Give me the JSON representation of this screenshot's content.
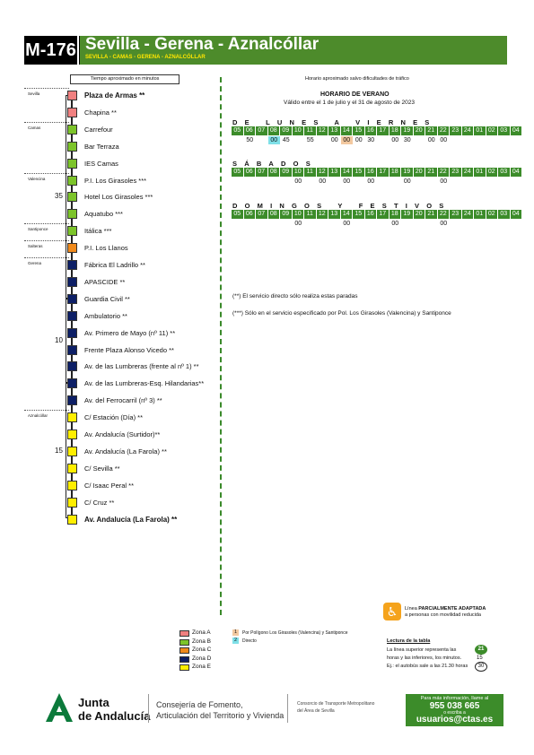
{
  "header": {
    "code": "M-176",
    "title": "Sevilla - Gerena - Aznalcóllar",
    "subtitle": "SEVILLA - CAMAS - GERENA - AZNALCÓLLAR"
  },
  "time_box": "Tiempo aproximado en minutos",
  "schedule_note": "Horario aproximado salvo dificultades de tráfico",
  "colors": {
    "zone_a": "#f08080",
    "zone_b": "#7cc42a",
    "zone_c": "#f08a1c",
    "zone_d": "#0d1f66",
    "zone_e": "#ffee00",
    "green": "#3c8c2a",
    "highlight_1": "#f3c9a0",
    "highlight_2": "#7fe0e8"
  },
  "stops": [
    {
      "name": "Plaza de Armas **",
      "bold": true,
      "zone": "a"
    },
    {
      "name": "Chapina **",
      "bold": false,
      "zone": "a"
    },
    {
      "name": "Carrefour",
      "bold": false,
      "zone": "b"
    },
    {
      "name": "Bar Terraza",
      "bold": false,
      "zone": "b"
    },
    {
      "name": "IES Camas",
      "bold": false,
      "zone": "b"
    },
    {
      "name": "P.I. Los Girasoles ***",
      "bold": false,
      "zone": "b"
    },
    {
      "name": "Hotel Los Girasoles ***",
      "bold": false,
      "zone": "b"
    },
    {
      "name": "Aquatubo ***",
      "bold": false,
      "zone": "b"
    },
    {
      "name": "Itálica ***",
      "bold": false,
      "zone": "b"
    },
    {
      "name": "P.I. Los Llanos",
      "bold": false,
      "zone": "c"
    },
    {
      "name": "Fábrica El Ladrillo **",
      "bold": false,
      "zone": "d"
    },
    {
      "name": "APASCIDE **",
      "bold": false,
      "zone": "d"
    },
    {
      "name": "Guardia Civil **",
      "bold": false,
      "zone": "d"
    },
    {
      "name": "Ambulatorio **",
      "bold": false,
      "zone": "d"
    },
    {
      "name": "Av. Primero de Mayo (nº 11) **",
      "bold": false,
      "zone": "d"
    },
    {
      "name": "Frente Plaza Alonso Vicedo **",
      "bold": false,
      "zone": "d"
    },
    {
      "name": "Av. de las Lumbreras (frente al nº 1) **",
      "bold": false,
      "zone": "d"
    },
    {
      "name": "Av. de las Lumbreras-Esq. Hilandarias**",
      "bold": false,
      "zone": "d"
    },
    {
      "name": "Av. del Ferrocarril (nº 3) **",
      "bold": false,
      "zone": "d"
    },
    {
      "name": "C/ Estación (Día) **",
      "bold": false,
      "zone": "e"
    },
    {
      "name": "Av. Andalucía (Surtidor)**",
      "bold": false,
      "zone": "e"
    },
    {
      "name": "Av. Andalucía (La Farola) **",
      "bold": false,
      "zone": "e"
    },
    {
      "name": "C/ Sevilla **",
      "bold": false,
      "zone": "e"
    },
    {
      "name": "C/ Isaac Peral **",
      "bold": false,
      "zone": "e"
    },
    {
      "name": "C/ Cruz **",
      "bold": false,
      "zone": "e"
    },
    {
      "name": "Av. Andalucía (La Farola) **",
      "bold": true,
      "zone": "e"
    }
  ],
  "municipalities": [
    {
      "name": "Sevilla",
      "stop_index": 0
    },
    {
      "name": "Camas",
      "stop_index": 2
    },
    {
      "name": "Valencina",
      "stop_index": 5
    },
    {
      "name": "Santiponce",
      "stop_index": 8
    },
    {
      "name": "Salteras",
      "stop_index": 9
    },
    {
      "name": "Gerena",
      "stop_index": 10
    },
    {
      "name": "Aznalcóllar",
      "stop_index": 19
    }
  ],
  "travel_times": [
    {
      "minutes": "35",
      "from_stop": 0,
      "to_stop": 12
    },
    {
      "minutes": "10",
      "from_stop": 12,
      "to_stop": 17
    },
    {
      "minutes": "15",
      "from_stop": 17,
      "to_stop": 25
    }
  ],
  "timetable": {
    "title": "HORARIO DE VERANO",
    "validity": "Válido entre el 1 de julio y el 31 de agosto de 2023",
    "hours": [
      "05",
      "06",
      "07",
      "08",
      "09",
      "10",
      "11",
      "12",
      "13",
      "14",
      "15",
      "16",
      "17",
      "18",
      "19",
      "20",
      "21",
      "22",
      "23",
      "24",
      "01",
      "02",
      "03",
      "04"
    ],
    "days": [
      {
        "label": "DE LUNES A VIERNES",
        "minutes": [
          {
            "hour_index": 1,
            "value": "50",
            "mark": ""
          },
          {
            "hour_index": 3,
            "value": "00",
            "mark": "2"
          },
          {
            "hour_index": 4,
            "value": "45",
            "mark": ""
          },
          {
            "hour_index": 6,
            "value": "55",
            "mark": ""
          },
          {
            "hour_index": 8,
            "value": "00",
            "mark": ""
          },
          {
            "hour_index": 9,
            "value": "00",
            "mark": "1"
          },
          {
            "hour_index": 10,
            "value": "00",
            "mark": ""
          },
          {
            "hour_index": 11,
            "value": "30",
            "mark": ""
          },
          {
            "hour_index": 13,
            "value": "00",
            "mark": ""
          },
          {
            "hour_index": 14,
            "value": "30",
            "mark": ""
          },
          {
            "hour_index": 16,
            "value": "00",
            "mark": ""
          },
          {
            "hour_index": 17,
            "value": "00",
            "mark": ""
          }
        ]
      },
      {
        "label": "SÁBADOS",
        "minutes": [
          {
            "hour_index": 5,
            "value": "00",
            "mark": ""
          },
          {
            "hour_index": 7,
            "value": "00",
            "mark": ""
          },
          {
            "hour_index": 9,
            "value": "00",
            "mark": ""
          },
          {
            "hour_index": 11,
            "value": "00",
            "mark": ""
          },
          {
            "hour_index": 14,
            "value": "00",
            "mark": ""
          },
          {
            "hour_index": 17,
            "value": "00",
            "mark": ""
          }
        ]
      },
      {
        "label": "DOMINGOS Y FESTIVOS",
        "minutes": [
          {
            "hour_index": 5,
            "value": "00",
            "mark": ""
          },
          {
            "hour_index": 9,
            "value": "00",
            "mark": ""
          },
          {
            "hour_index": 13,
            "value": "00",
            "mark": ""
          },
          {
            "hour_index": 17,
            "value": "00",
            "mark": ""
          }
        ]
      }
    ]
  },
  "notes": [
    "(**) El servicio directo sólo realiza estas paradas",
    "(***) Sólo en el servicio especificado por Pol. Los Girasoles (Valencina) y Santiponce"
  ],
  "accessibility": {
    "icon": "wheelchair-icon",
    "line1_prefix": "Línea ",
    "line1_bold": "PARCIALMENTE ADAPTADA",
    "line2": "a personas con movilidad reducida"
  },
  "zones": [
    {
      "label": "Zona A",
      "color": "#f08080"
    },
    {
      "label": "Zona B",
      "color": "#7cc42a"
    },
    {
      "label": "Zona C",
      "color": "#f08a1c"
    },
    {
      "label": "Zona D",
      "color": "#0d1f66"
    },
    {
      "label": "Zona E",
      "color": "#ffee00"
    }
  ],
  "legend": [
    {
      "key": "1",
      "text": "Por Polígono Los Girasoles (Valencina) y Santiponce"
    },
    {
      "key": "2",
      "text": "Directo"
    }
  ],
  "reading": {
    "title": "Lectura de la tabla",
    "line1": "La línea superior representa las",
    "line2": "horas y las inferiores, los minutos.",
    "line3": "Ej.: el autobús sale a las 21.30 horas",
    "example_hour": "21",
    "example_min1": "15",
    "example_min2": "30"
  },
  "footer": {
    "junta1": "Junta",
    "junta2": "de Andalucía",
    "consejeria1": "Consejería de Fomento,",
    "consejeria2": "Articulación del Territorio y Vivienda",
    "consorcio1": "Consorcio de Transporte Metropolitano",
    "consorcio2": "del Área de Sevilla",
    "info1": "Para más información, llame al",
    "phone": "955 038 665",
    "info3": "o escriba a",
    "email": "usuarios@ctas.es"
  }
}
